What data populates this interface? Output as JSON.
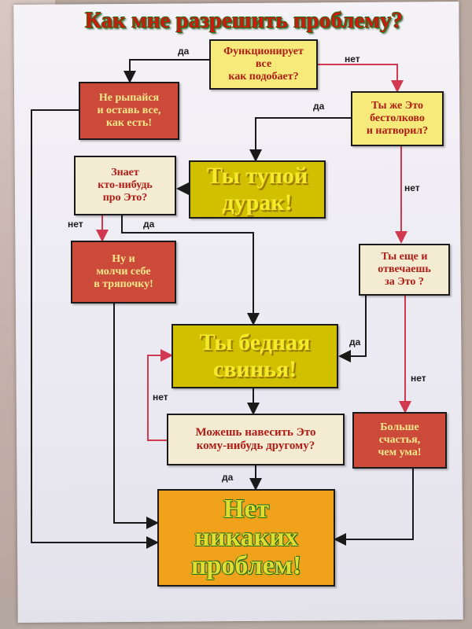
{
  "title": "Как мне разрешить  проблему?",
  "nodes": {
    "works": "Функционирует\nвсе\nкак подобает?",
    "leave": "Не рыпайся\nи оставь все,\nкак есть!",
    "did_it": "Ты  же Это\nбестолково\nи натворил?",
    "fool": "Ты тупой\nдурак!",
    "knows": "Знает\nкто-нибудь\nпро Это?",
    "shut_up": "Ну и\nмолчи себе\nв тряпочку!",
    "responsible": "Ты еще и\nотвечаешь\nза Это ?",
    "poor_pig": "Ты бедная\nсвинья!",
    "blame": "Можешь навесить Это\nкому-нибудь другому?",
    "luck": "Больше\nсчастья,\nчем ума!",
    "no_problem": "Нет\nникаких\nпроблем!"
  },
  "labels": {
    "da_1": "да",
    "net_1": "нет",
    "da_2": "да",
    "net_2": "нет",
    "net_3": "нет",
    "da_3": "да",
    "da_4": "да",
    "net_4": "нет",
    "net_5": "нет",
    "da_5": "да"
  },
  "colors": {
    "yes_line": "#1a1a1a",
    "no_line": "#d0394f",
    "title_red": "#cc1a10",
    "title_outline": "#1e7a1e"
  }
}
